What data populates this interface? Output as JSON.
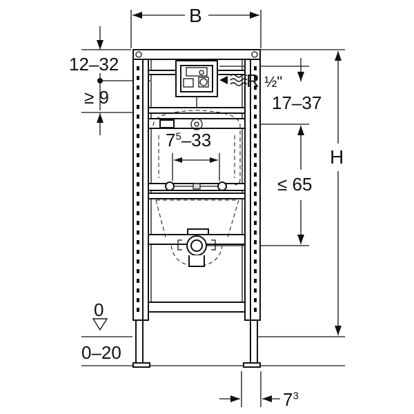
{
  "dimensions": {
    "width_label": "B",
    "height_label": "H",
    "top_offset": "12–32",
    "min_gap": "≥ 9",
    "thread_prefix": "R",
    "thread_size": "½\"",
    "supply_range": "17–37",
    "spacing_base": "7",
    "spacing_sup": "5",
    "spacing_rest": "–33",
    "drain_height": "≤ 65",
    "floor_zero": "0",
    "floor_range": "0–20",
    "foot_base": "7",
    "foot_sup": "3"
  },
  "icons": [
    "wave-water-icon",
    "floor-level-triangle-icon"
  ]
}
